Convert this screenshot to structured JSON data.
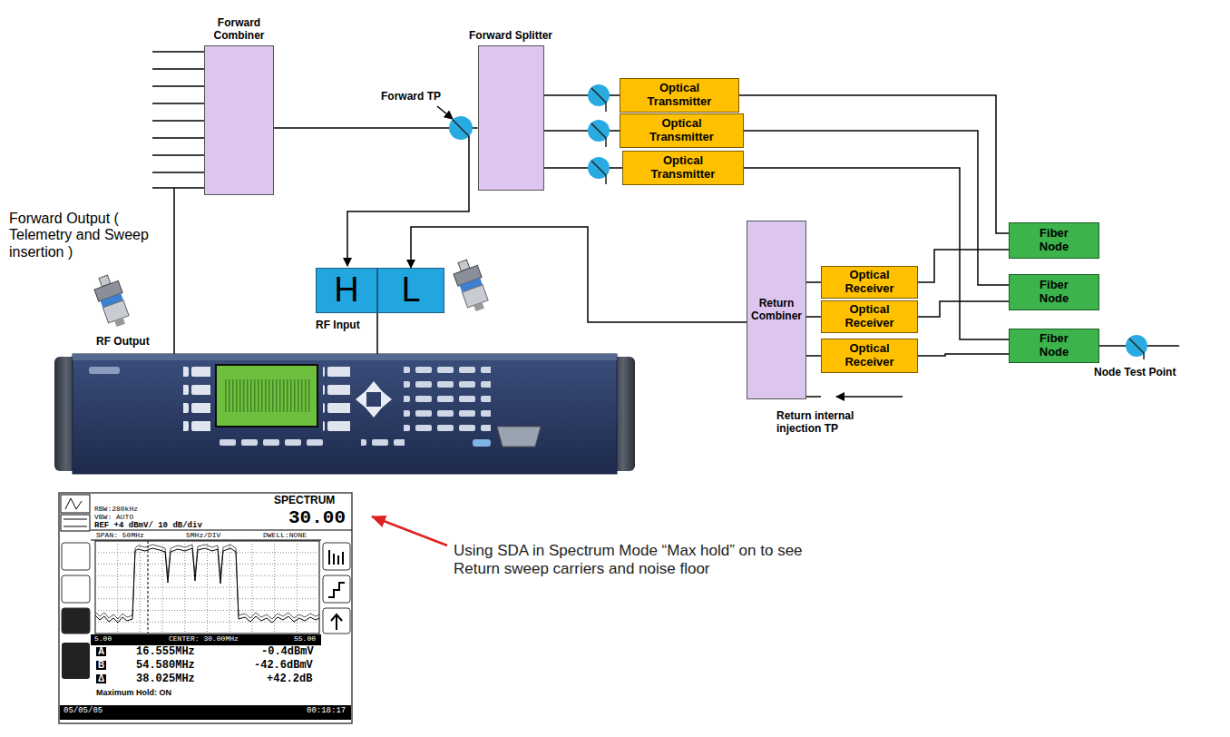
{
  "diagram": {
    "nodes": [
      {
        "text": [
          "Forward Combiner"
        ]
      },
      {
        "text": [
          "Forward Splitter"
        ]
      },
      {
        "text": [
          "Optical Transmitter"
        ]
      },
      {
        "text": [
          "Optical Transmitter"
        ]
      },
      {
        "text": [
          "Optical Transmitter"
        ]
      },
      {
        "text": [
          "H"
        ]
      },
      {
        "text": [
          "L"
        ]
      },
      {
        "text": [
          "Return Combiner"
        ]
      },
      {
        "text": [
          "Optical Receiver"
        ]
      },
      {
        "text": [
          "Optical Receiver"
        ]
      },
      {
        "text": [
          "Optical Receiver"
        ]
      },
      {
        "text": [
          "Fiber Node"
        ]
      },
      {
        "text": [
          "Fiber Node"
        ]
      },
      {
        "text": [
          "Fiber Node"
        ]
      }
    ],
    "edges": [
      {
        "from": 0,
        "to": 1,
        "arrow": "none"
      },
      {
        "from": 1,
        "to": 2,
        "arrow": "none"
      },
      {
        "from": 1,
        "to": 3,
        "arrow": "none"
      },
      {
        "from": 1,
        "to": 4,
        "arrow": "none"
      },
      {
        "from": 2,
        "to": 11,
        "arrow": "none"
      },
      {
        "from": 3,
        "to": 12,
        "arrow": "none"
      },
      {
        "from": 4,
        "to": 13,
        "arrow": "none"
      },
      {
        "from": 8,
        "to": 7,
        "arrow": "none"
      },
      {
        "from": 9,
        "to": 7,
        "arrow": "none"
      },
      {
        "from": 10,
        "to": 7,
        "arrow": "none"
      },
      {
        "from": 8,
        "to": 11,
        "arrow": "none"
      },
      {
        "from": 9,
        "to": 12,
        "arrow": "none"
      },
      {
        "from": 10,
        "to": 13,
        "arrow": "none"
      },
      {
        "from": 7,
        "to": 6,
        "arrow": "to"
      }
    ],
    "labels": [
      "Forward TP",
      "Forward Output ( Telemetry and Sweep insertion )",
      "RF Output",
      "RF Input",
      "Return internal injection TP",
      "Node Test Point",
      "Using SDA in Spectrum Mode “Max hold” on to see Return sweep carriers and noise floor",
      "SPECTRUM",
      "RBW:280kHz",
      "VBW: AUTO",
      "REF +4 dBmV/ 10 dB/div",
      "30.00",
      "SPAN: 50MHz",
      "5MHz/DIV",
      "DWELL:NONE",
      "5.00",
      "CENTER: 30.00MHz",
      "55.00",
      "A",
      "16.555MHz",
      "-0.4dBmV",
      "B",
      "54.580MHz",
      "-42.6dBmV",
      "Δ",
      "38.025MHz",
      "+42.2dB",
      "Maximum Hold: ON",
      "05/05/05",
      "00:18:17"
    ]
  }
}
